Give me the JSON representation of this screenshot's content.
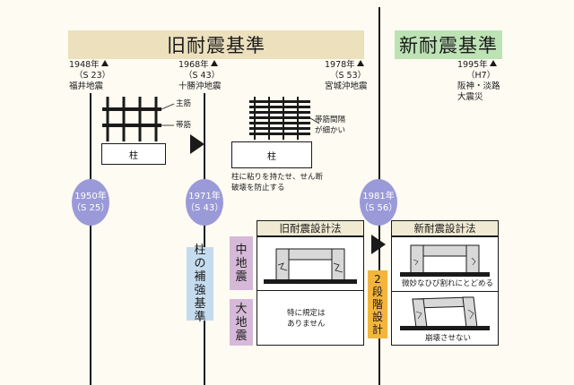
{
  "banners": {
    "old": "旧耐震基準",
    "new": "新耐震基準"
  },
  "events": {
    "e1948": {
      "year": "1948年",
      "era": "（S 23）",
      "name": "福井地震"
    },
    "e1968": {
      "year": "1968年",
      "era": "（S 43）",
      "name": "十勝沖地震"
    },
    "e1978": {
      "year": "1978年",
      "era": "（S 53）",
      "name": "宮城沖地震"
    },
    "e1995": {
      "year": "1995年",
      "era": "（H7）",
      "name1": "阪神・淡路",
      "name2": "大震災"
    }
  },
  "column_labels": {
    "main_bar": "主筋",
    "hoop": "帯筋",
    "hoop_fine": "帯筋間隔",
    "hoop_fine2": "が細かい",
    "pillar": "柱",
    "pillar2": "柱",
    "note1": "柱に粘りを持たせ、せん断",
    "note2": "破壊を防止する"
  },
  "ovals": {
    "o1950": {
      "year": "1950年",
      "era": "（S 25）"
    },
    "o1971": {
      "year": "1971年",
      "era": "（S 43）"
    },
    "o1981": {
      "year": "1981年",
      "era": "（S 56）"
    }
  },
  "pillar_reinforce": [
    "柱",
    "の",
    "補",
    "強",
    "基",
    "準"
  ],
  "quake_medium": [
    "中",
    "地",
    "震"
  ],
  "quake_large": [
    "大",
    "地",
    "震"
  ],
  "two_stage": [
    "2",
    "段",
    "階",
    "設",
    "計"
  ],
  "old_design": {
    "title": "旧耐震設計法",
    "note1": "特に規定は",
    "note2": "ありません"
  },
  "new_design": {
    "title": "新耐震設計法",
    "caption1": "微妙なひび割れにとどめる",
    "caption2": "崩壊させない"
  },
  "colors": {
    "banner_old": "#ece0bd",
    "banner_new": "#bde3b5",
    "oval": "#9a9ad8",
    "reinforce": "#c5dcee",
    "quake": "#d6b9d8",
    "two_stage": "#f3b53a",
    "header_bg": "#f0ead2",
    "ground": "#1a1a1a"
  }
}
